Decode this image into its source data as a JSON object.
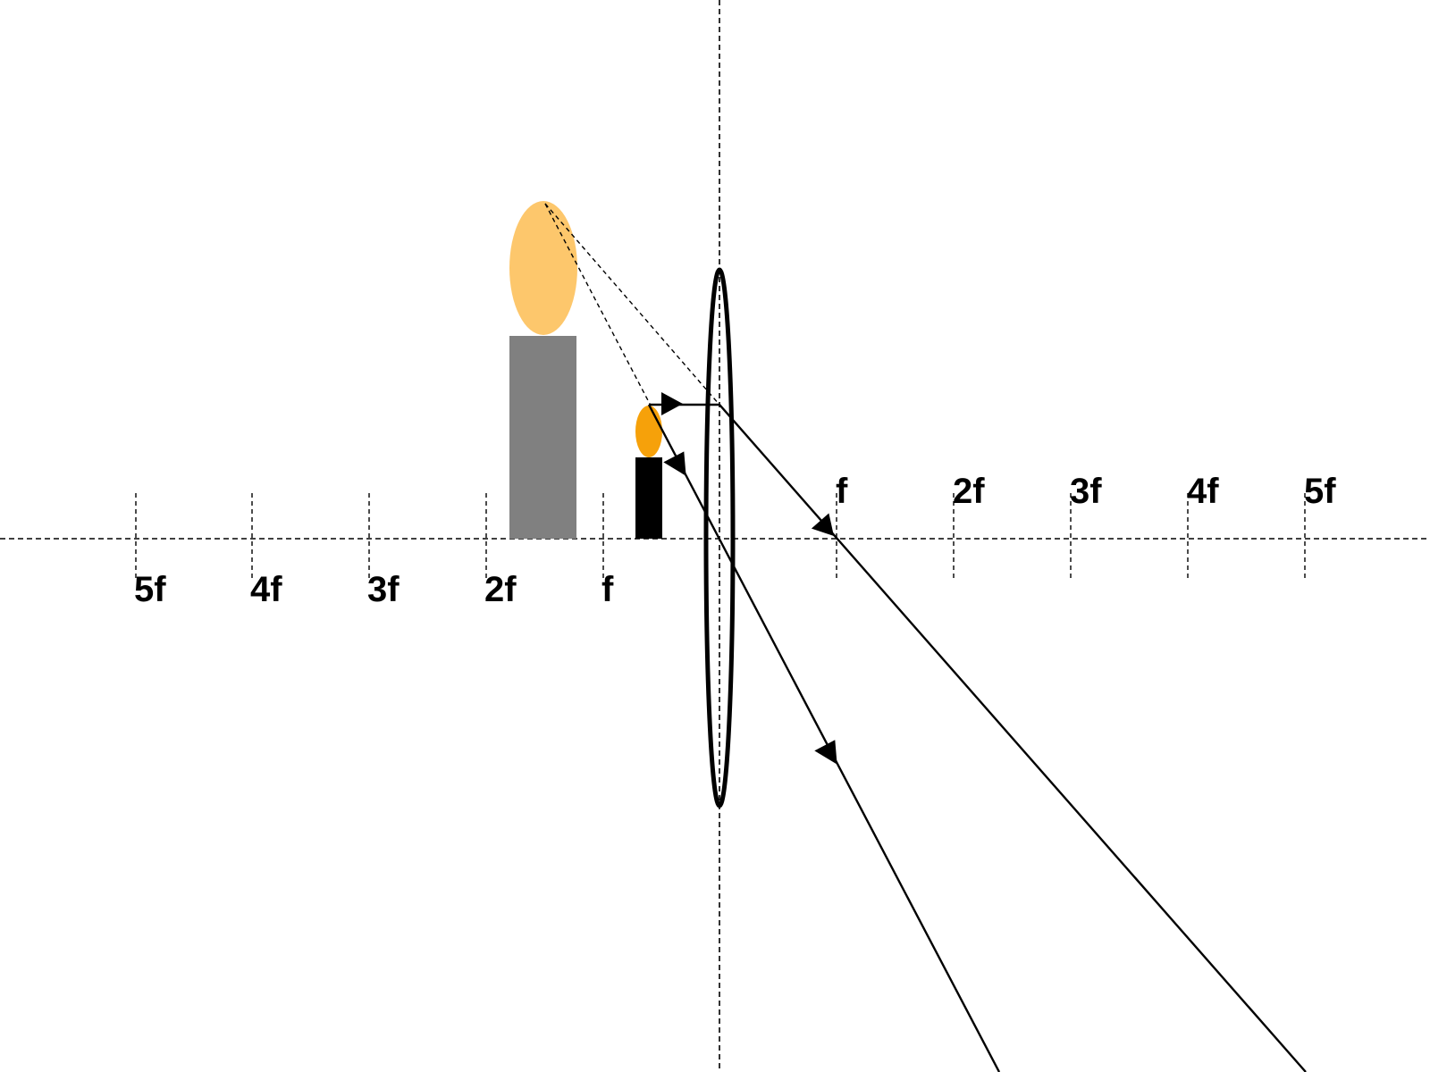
{
  "diagram": {
    "left_labels": [
      "5f",
      "4f",
      "3f",
      "2f",
      "f"
    ],
    "right_labels": [
      "f",
      "2f",
      "3f",
      "4f",
      "5f"
    ],
    "colors": {
      "background": "#ffffff",
      "axis": "#000000",
      "lens": "#000000",
      "ray": "#000000",
      "image_candle_body": "#808080",
      "image_candle_flame": "#fdc76c",
      "object_candle_body": "#000000",
      "object_candle_flame": "#f6a10a"
    }
  }
}
